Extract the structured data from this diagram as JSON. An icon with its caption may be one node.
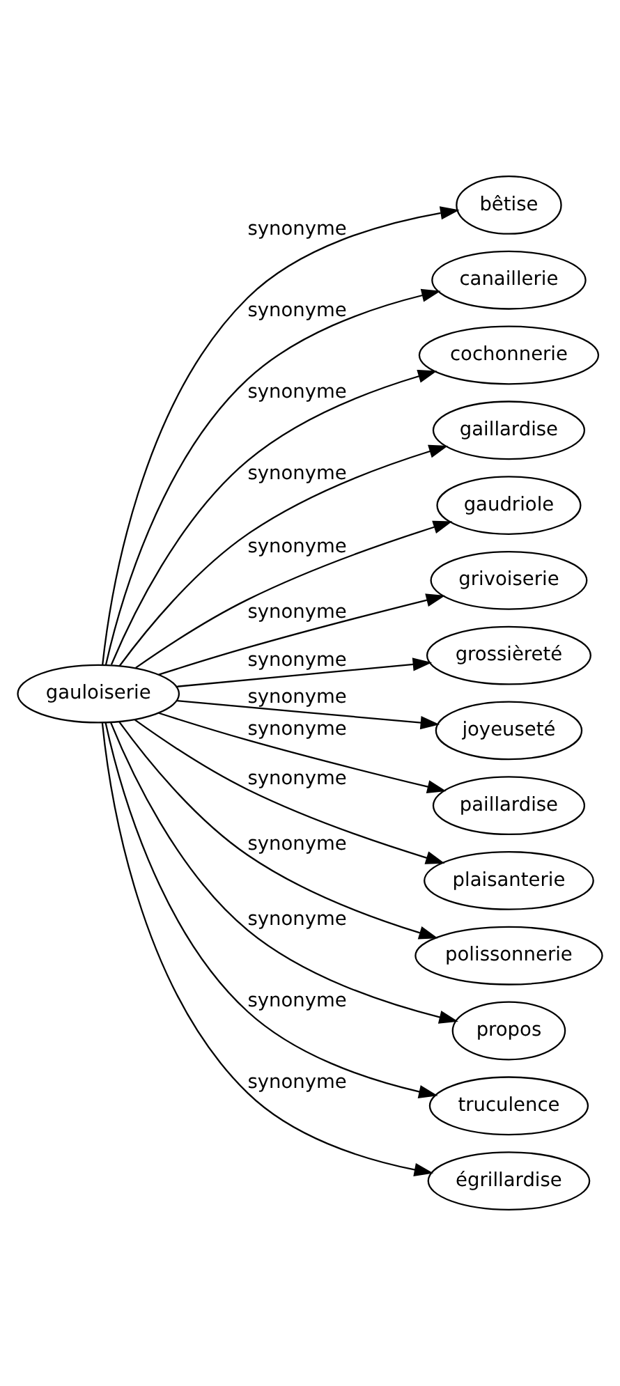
{
  "diagram": {
    "nodes": [
      {
        "text": [
          "gauloiserie"
        ]
      },
      {
        "text": [
          "bêtise"
        ]
      },
      {
        "text": [
          "canaillerie"
        ]
      },
      {
        "text": [
          "cochonnerie"
        ]
      },
      {
        "text": [
          "gaillardise"
        ]
      },
      {
        "text": [
          "gaudriole"
        ]
      },
      {
        "text": [
          "grivoiserie"
        ]
      },
      {
        "text": [
          "grossièreté"
        ]
      },
      {
        "text": [
          "joyeuseté"
        ]
      },
      {
        "text": [
          "paillardise"
        ]
      },
      {
        "text": [
          "plaisanterie"
        ]
      },
      {
        "text": [
          "polissonnerie"
        ]
      },
      {
        "text": [
          "propos"
        ]
      },
      {
        "text": [
          "truculence"
        ]
      },
      {
        "text": [
          "égrillardise"
        ]
      }
    ],
    "edges": [
      {
        "from": 0,
        "to": 1,
        "arrow": "to",
        "label": "synonyme"
      },
      {
        "from": 0,
        "to": 2,
        "arrow": "to",
        "label": "synonyme"
      },
      {
        "from": 0,
        "to": 3,
        "arrow": "to",
        "label": "synonyme"
      },
      {
        "from": 0,
        "to": 4,
        "arrow": "to",
        "label": "synonyme"
      },
      {
        "from": 0,
        "to": 5,
        "arrow": "to",
        "label": "synonyme"
      },
      {
        "from": 0,
        "to": 6,
        "arrow": "to",
        "label": "synonyme"
      },
      {
        "from": 0,
        "to": 7,
        "arrow": "to",
        "label": "synonyme"
      },
      {
        "from": 0,
        "to": 8,
        "arrow": "to",
        "label": "synonyme"
      },
      {
        "from": 0,
        "to": 9,
        "arrow": "to",
        "label": "synonyme"
      },
      {
        "from": 0,
        "to": 10,
        "arrow": "to",
        "label": "synonyme"
      },
      {
        "from": 0,
        "to": 11,
        "arrow": "to",
        "label": "synonyme"
      },
      {
        "from": 0,
        "to": 12,
        "arrow": "to",
        "label": "synonyme"
      },
      {
        "from": 0,
        "to": 13,
        "arrow": "to",
        "label": "synonyme"
      },
      {
        "from": 0,
        "to": 14,
        "arrow": "to",
        "label": "synonyme"
      }
    ]
  }
}
